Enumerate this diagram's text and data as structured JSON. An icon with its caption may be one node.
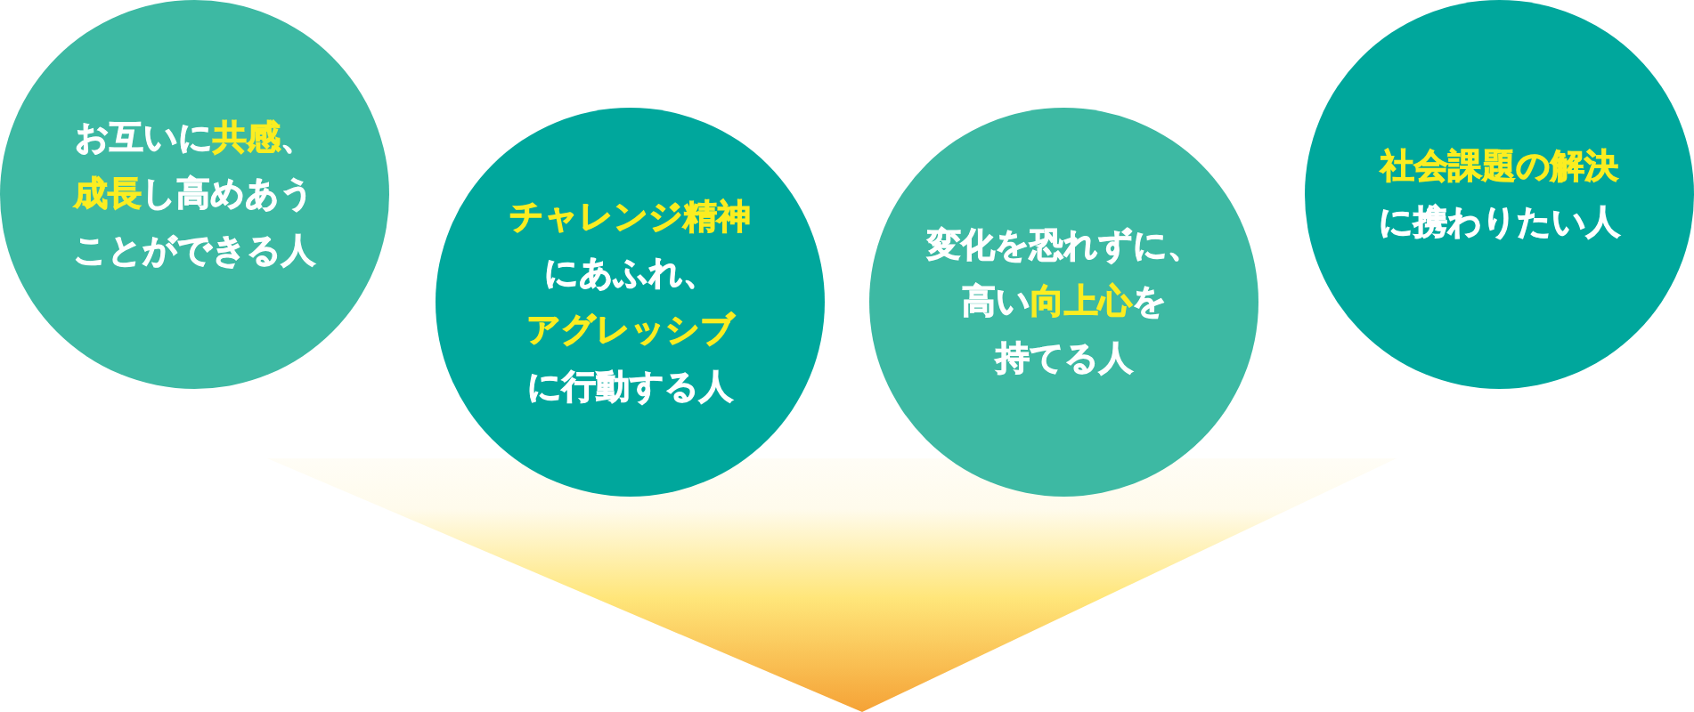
{
  "diagram": {
    "nodes": [
      {
        "text": [
          "お互いに**共感**、**成長**し高めあうことができる人"
        ]
      },
      {
        "text": [
          "**チャレンジ精神**にあふれ、**アグレッシブ**に行動する人"
        ]
      },
      {
        "text": [
          "変化を恐れずに、高い**向上心**を持てる人"
        ]
      },
      {
        "text": [
          "**社会課題の解決**に携わりたい人"
        ]
      }
    ]
  }
}
